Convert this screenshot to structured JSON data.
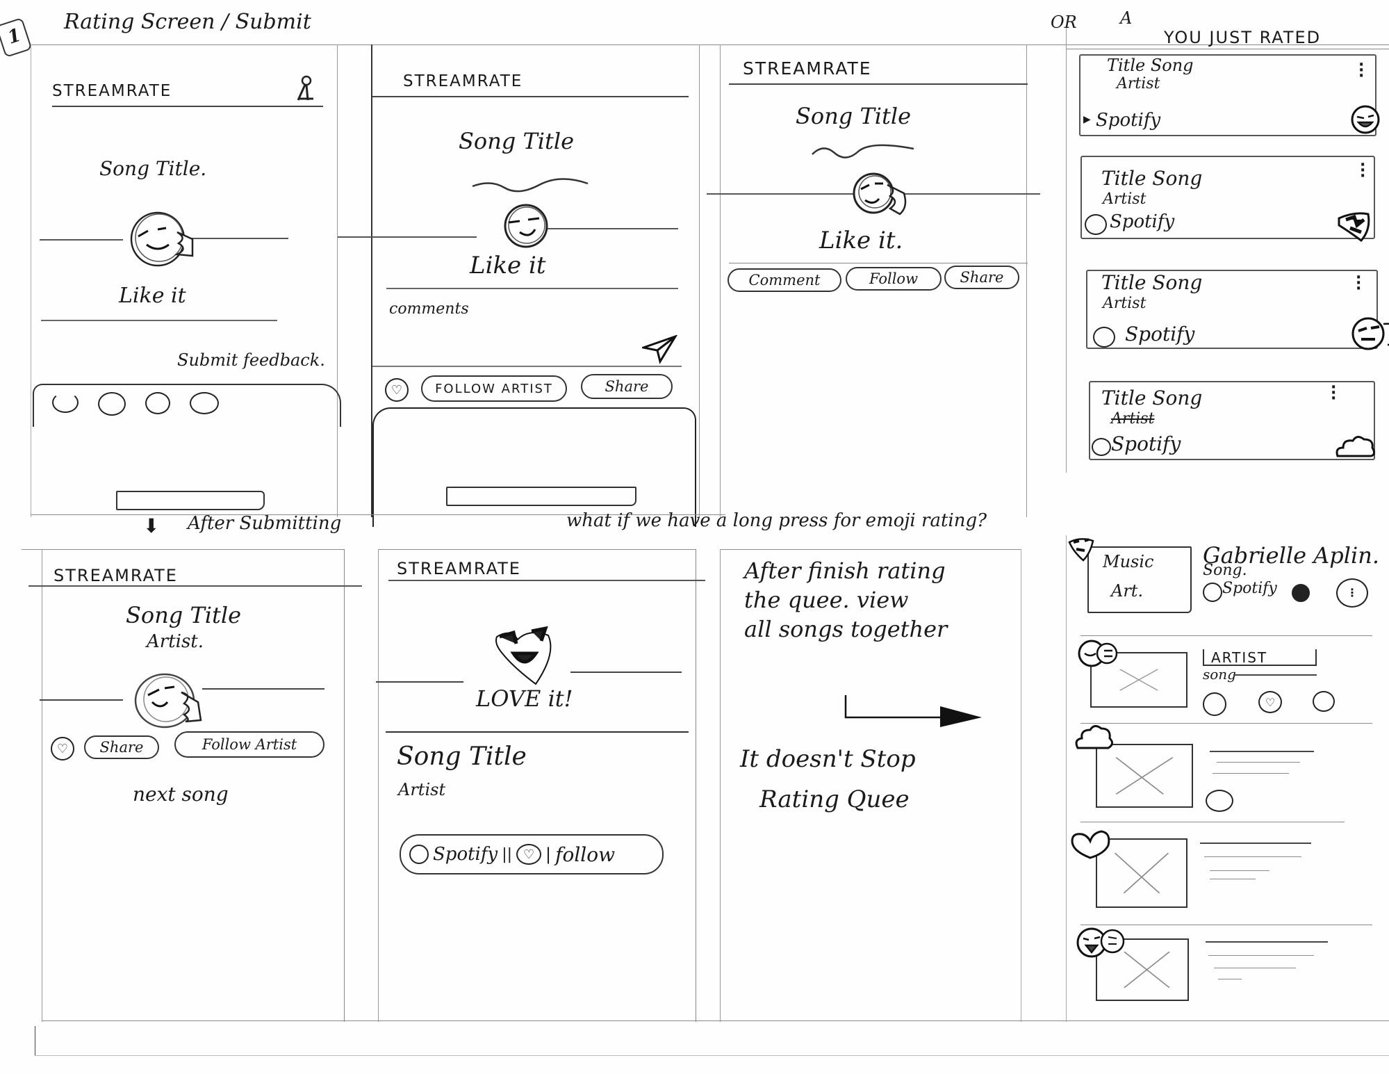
{
  "sheet": {
    "page_number": "1",
    "title": "Rating Screen / Submit",
    "or_label": "OR",
    "a_label": "A",
    "annotation_after_submitting": "After Submitting",
    "annotation_long_press": "what if we have a long press for emoji rating?"
  },
  "screens": {
    "s1": {
      "app_name": "STREAMRATE",
      "profile_icon": "person-icon",
      "song_title": "Song Title.",
      "rating_label": "Like it",
      "feedback_label": "Submit feedback.",
      "emoji_options": [
        "emoji-1",
        "emoji-2",
        "emoji-3",
        "emoji-4"
      ],
      "submit_button": ""
    },
    "s2": {
      "app_name": "STREAMRATE",
      "song_title": "Song Title",
      "rating_label": "Like it",
      "comments_label": "comments",
      "send_icon": "send-icon",
      "like_icon": "heart-icon",
      "follow_button": "FOLLOW ARTIST",
      "share_button": "Share",
      "submit_button": ""
    },
    "s3": {
      "app_name": "STREAMRATE",
      "song_title": "Song Title",
      "rating_label": "Like it.",
      "buttons": [
        "Comment",
        "Follow",
        "Share"
      ]
    },
    "s4": {
      "header": "YOU JUST RATED",
      "cards": [
        {
          "title": "Title Song",
          "artist": "Artist",
          "service": "Spotify",
          "reaction": "laughing-emoji"
        },
        {
          "title": "Title Song",
          "artist": "Artist",
          "service": "Spotify",
          "reaction": "heart-emoji"
        },
        {
          "title": "Title Song",
          "artist": "Artist",
          "service": "Spotify",
          "reaction": "wink-emoji"
        },
        {
          "title": "Title Song",
          "artist": "Artist",
          "service": "Spotify",
          "reaction": "cloud-emoji"
        }
      ]
    },
    "s5": {
      "app_name": "STREAMRATE",
      "song_title": "Song Title",
      "artist": "Artist.",
      "like_icon": "heart-icon",
      "share_button": "Share",
      "follow_button": "Follow Artist",
      "next_label": "next song"
    },
    "s6": {
      "app_name": "STREAMRATE",
      "rating_label": "LOVE it!",
      "song_title": "Song Title",
      "artist": "Artist",
      "action_bar": {
        "service": "Spotify",
        "like_icon": "heart-icon",
        "follow": "follow"
      }
    },
    "s7": {
      "note_line1": "After finish rating",
      "note_line2": "the quee. view",
      "note_line3": "all songs together",
      "note2_line1": "It doesn't Stop",
      "note2_line2": "Rating Quee"
    },
    "s8": {
      "first": {
        "art_line1": "Music",
        "art_line2": "Art.",
        "artist": "Gabrielle Aplin.",
        "song": "Song.",
        "service": "Spotify"
      },
      "second": {
        "artist": "ARTIST",
        "song": "song"
      },
      "rows": 3
    }
  }
}
